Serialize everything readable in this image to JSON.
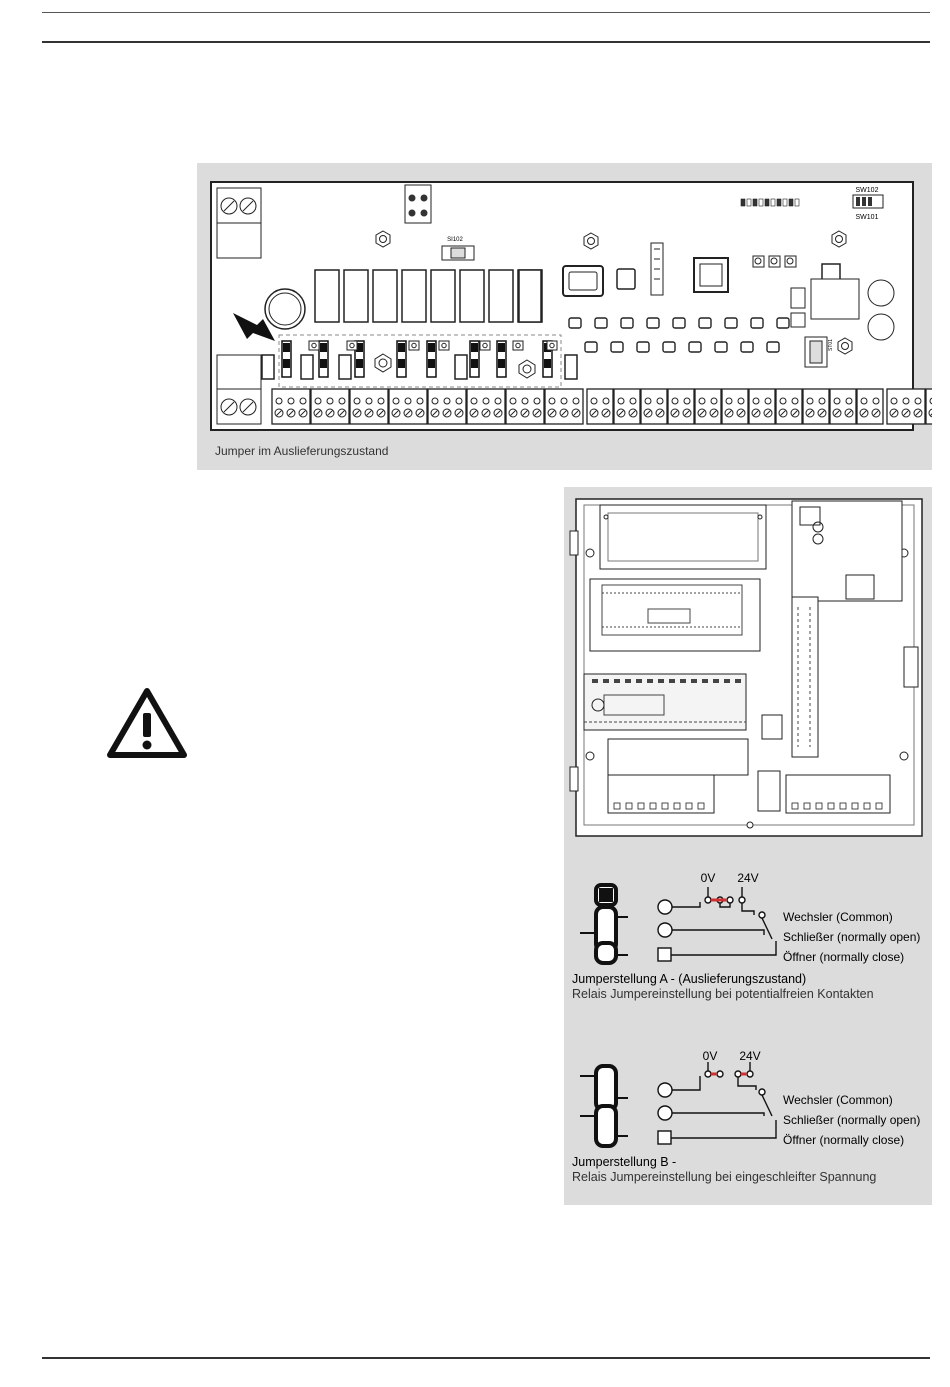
{
  "board_figure": {
    "caption": "Jumper im Auslieferungszustand",
    "labels": {
      "si102": "SI102",
      "sw102": "SW102",
      "sw101": "SW101",
      "st01": "ST01"
    }
  },
  "warning": {
    "icon": "warning-triangle-icon"
  },
  "jumper_a": {
    "voltage_0": "0V",
    "voltage_24": "24V",
    "common": "Wechsler (Common)",
    "no": "Schließer (normally open)",
    "nc": "Öffner (normally close)",
    "title": "Jumperstellung A - (Auslieferungszustand)",
    "subtitle": "Relais Jumpereinstellung bei potentialfreien Kontakten"
  },
  "jumper_b": {
    "voltage_0": "0V",
    "voltage_24": "24V",
    "common": "Wechsler (Common)",
    "no": "Schließer (normally open)",
    "nc": "Öffner (normally close)",
    "title": "Jumperstellung B -",
    "subtitle": "Relais Jumpereinstellung bei eingeschleifter Spannung"
  },
  "colors": {
    "panel": "#dcdcdc",
    "bridge": "#d03030"
  }
}
